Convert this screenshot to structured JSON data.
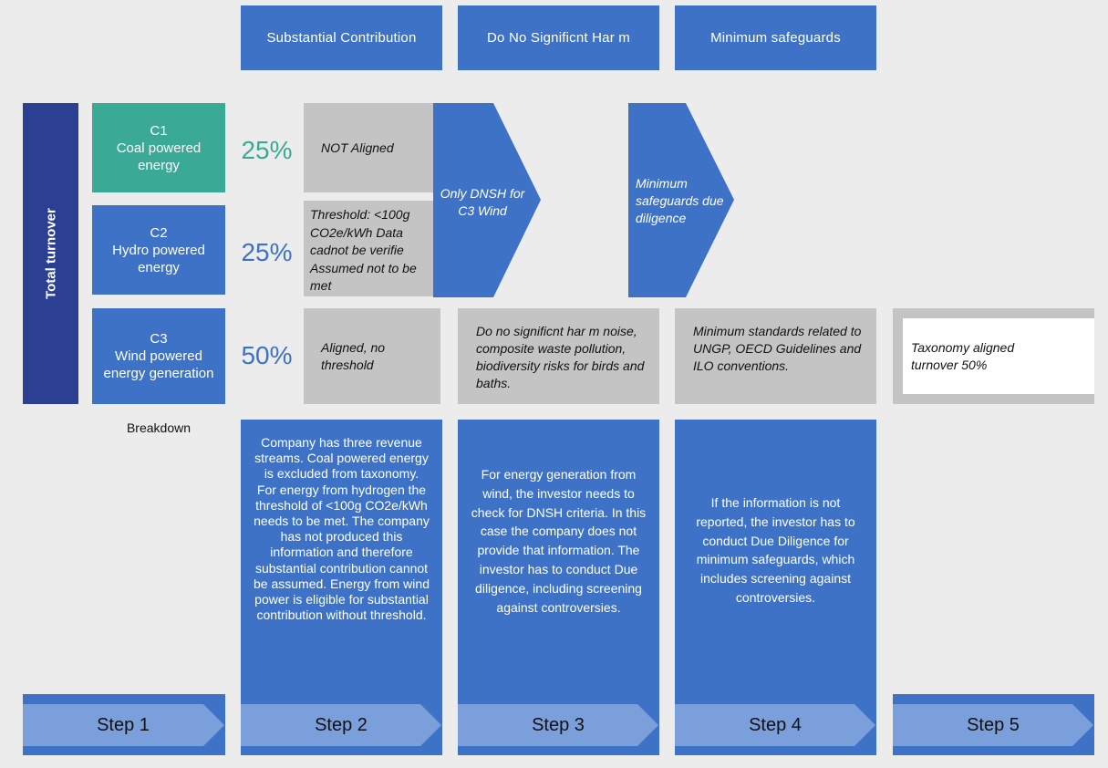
{
  "headers": {
    "substantial": "Substantial Contribution",
    "dnsh": "Do No Significnt  Har m",
    "safeguards": "Minimum safeguards"
  },
  "total_turnover": "Total turnover",
  "categories": [
    {
      "code": "C1",
      "name": "Coal powered energy",
      "pct": "25%",
      "color": "#3aaa96"
    },
    {
      "code": "C2",
      "name": "Hydro powered energy",
      "pct": "25%",
      "color": "#3d72c7"
    },
    {
      "code": "C3",
      "name": "Wind powered energy generation",
      "pct": "50%",
      "color": "#3d72c7"
    }
  ],
  "colors": {
    "accent_green": "#3aaa96",
    "blue": "#3d72c7",
    "dark_blue": "#2b3f93",
    "grey": "#c4c4c4",
    "step_chevron": "#7b9fdb"
  },
  "breakdown": "Breakdown",
  "substantial_boxes": {
    "c1": "NOT Aligned",
    "c2": "Threshold: <100g CO2e/kWh Data cadnot be verifie    Assumed not to be met",
    "c3": "Aligned, no threshold"
  },
  "dnsh_arrow": "Only DNSH for C3 Wind",
  "safeguards_arrow": "Minimum safeguards due diligence",
  "dnsh_box": "Do no significnt  har m noise, composite waste pollution, biodiversity risks for birds and baths.",
  "safeguards_box": "Minimum standards related to UNGP, OECD Guidelines and ILO conventions.",
  "result_box": "Taxonomy aligned turnover 50%",
  "descriptions": {
    "step2": "Company has three revenue streams. Coal powered energy is excluded from taxonomy. For energy from hydrogen the threshold of <100g CO2e/kWh needs to be met. The company has not produced this information and therefore substantial contribution cannot be assumed. Energy from wind power is eligible for substantial contribution without threshold.",
    "step3": "For energy  generation from wind, the investor needs to check for DNSH criteria. In this case the company does not provide that information. The investor has to conduct Due diligence, including screening against controversies.",
    "step4": "If the information is not reported, the investor has to conduct Due Diligence for minimum safeguards, which includes screening against controversies."
  },
  "steps": [
    "Step 1",
    "Step 2",
    "Step 3",
    "Step 4",
    "Step 5"
  ]
}
